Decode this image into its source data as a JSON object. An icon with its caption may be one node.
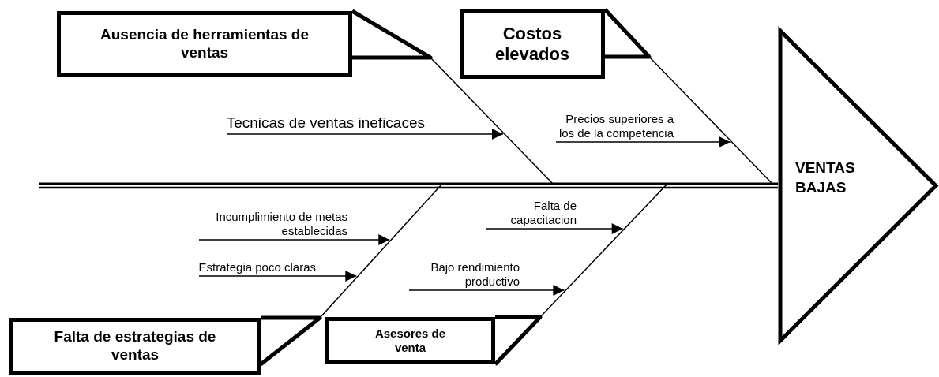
{
  "diagram": {
    "nodes": [
      {
        "text": [
          "Ausencia de herramientas de ventas"
        ]
      },
      {
        "text": [
          "Costos elevados"
        ]
      },
      {
        "text": [
          "VENTAS BAJAS"
        ]
      },
      {
        "text": [
          "Tecnicas de ventas ineficaces"
        ]
      },
      {
        "text": [
          "Precios superiores a los de la competencia"
        ]
      },
      {
        "text": [
          "Incumplimiento de metas establecidas"
        ]
      },
      {
        "text": [
          "Falta de capacitacion"
        ]
      },
      {
        "text": [
          "Estrategia poco claras"
        ]
      },
      {
        "text": [
          "Bajo rendimiento productivo"
        ]
      },
      {
        "text": [
          "Falta de estrategias de ventas"
        ]
      },
      {
        "text": [
          "Asesores de venta"
        ]
      }
    ],
    "edges": [
      {
        "from": 0,
        "to": 2,
        "arrow": "none"
      },
      {
        "from": 1,
        "to": 2,
        "arrow": "none"
      },
      {
        "from": 9,
        "to": 2,
        "arrow": "none"
      },
      {
        "from": 10,
        "to": 2,
        "arrow": "none"
      },
      {
        "from": 3,
        "to": null,
        "arrow": "to"
      },
      {
        "from": 4,
        "to": null,
        "arrow": "to"
      },
      {
        "from": 5,
        "to": null,
        "arrow": "to"
      },
      {
        "from": 6,
        "to": null,
        "arrow": "to"
      },
      {
        "from": 7,
        "to": null,
        "arrow": "to"
      },
      {
        "from": 8,
        "to": null,
        "arrow": "to"
      }
    ]
  }
}
